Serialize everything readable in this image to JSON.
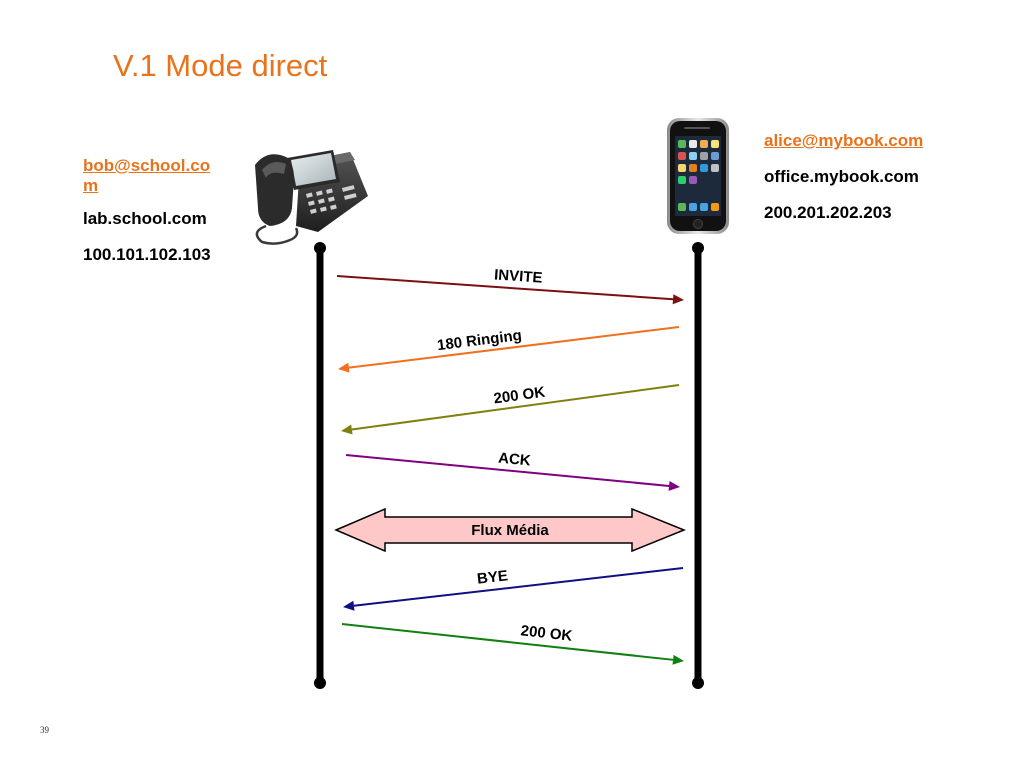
{
  "slide": {
    "title": "V.1 Mode direct",
    "page_number": "39"
  },
  "bob": {
    "address_line1": "bob@school.co",
    "address_line2": "m",
    "host": "lab.school.com",
    "ip": "100.101.102.103"
  },
  "alice": {
    "address": "alice@mybook.com",
    "host": "office.mybook.com",
    "ip": "200.201.202.203"
  },
  "messages": [
    {
      "label": "INVITE",
      "color": "#7a1010",
      "direction": "bob-to-alice"
    },
    {
      "label": "180 Ringing",
      "color": "#f07020",
      "direction": "alice-to-bob"
    },
    {
      "label": "200 OK",
      "color": "#808010",
      "direction": "alice-to-bob"
    },
    {
      "label": "ACK",
      "color": "#800080",
      "direction": "bob-to-alice"
    },
    {
      "label": "BYE",
      "color": "#101080",
      "direction": "alice-to-bob"
    },
    {
      "label": "200 OK",
      "color": "#108010",
      "direction": "bob-to-alice"
    }
  ],
  "media_flow": {
    "label": "Flux Média",
    "fill": "#ffc8c8",
    "direction": "bidirectional"
  },
  "icons": {
    "bob_device": "desk-ip-phone-icon",
    "alice_device": "smartphone-icon"
  },
  "colors": {
    "accent": "#e8731c",
    "lifeline": "#000000"
  }
}
